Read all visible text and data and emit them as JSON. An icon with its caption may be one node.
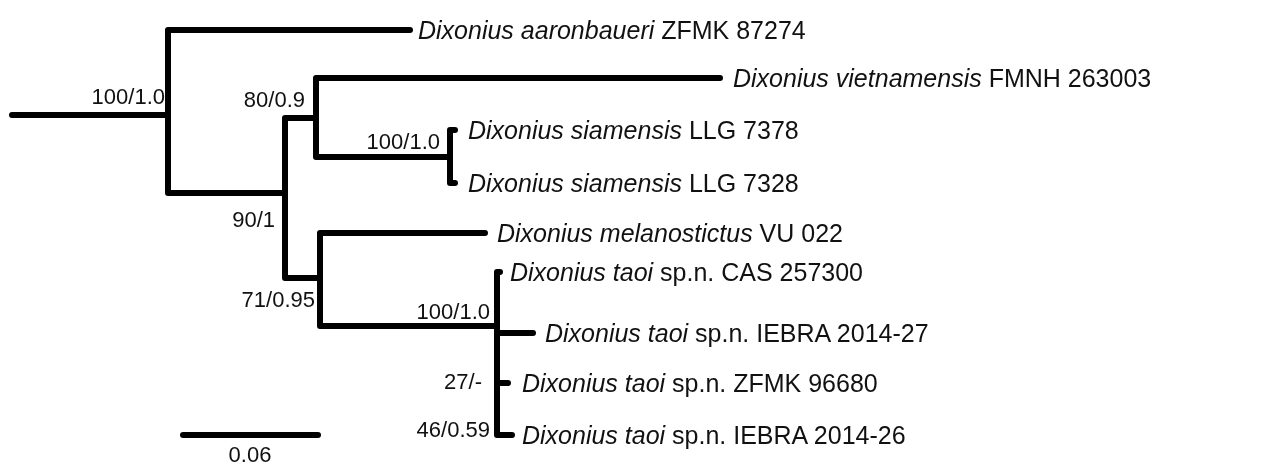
{
  "diagram": {
    "nodes": [
      {
        "text": [
          "*Dixonius aaronbaueri* ZFMK 87274"
        ]
      },
      {
        "text": [
          "*Dixonius vietnamensis* FMNH 263003"
        ]
      },
      {
        "text": [
          "*Dixonius siamensis* LLG 7378"
        ]
      },
      {
        "text": [
          "*Dixonius siamensis* LLG 7328"
        ]
      },
      {
        "text": [
          "*Dixonius melanostictus* VU 022"
        ]
      },
      {
        "text": [
          "*Dixonius taoi* sp.n. CAS 257300"
        ]
      },
      {
        "text": [
          "*Dixonius taoi* sp.n. IEBRA 2014-27"
        ]
      },
      {
        "text": [
          "*Dixonius taoi* sp.n. ZFMK 96680"
        ]
      },
      {
        "text": [
          "*Dixonius taoi* sp.n. IEBRA 2014-26"
        ]
      }
    ],
    "labels": [
      "100/1.0",
      "80/0.9",
      "100/1.0",
      "90/1",
      "71/0.95",
      "100/1.0",
      "27/-",
      "46/0.59",
      "0.06"
    ]
  }
}
